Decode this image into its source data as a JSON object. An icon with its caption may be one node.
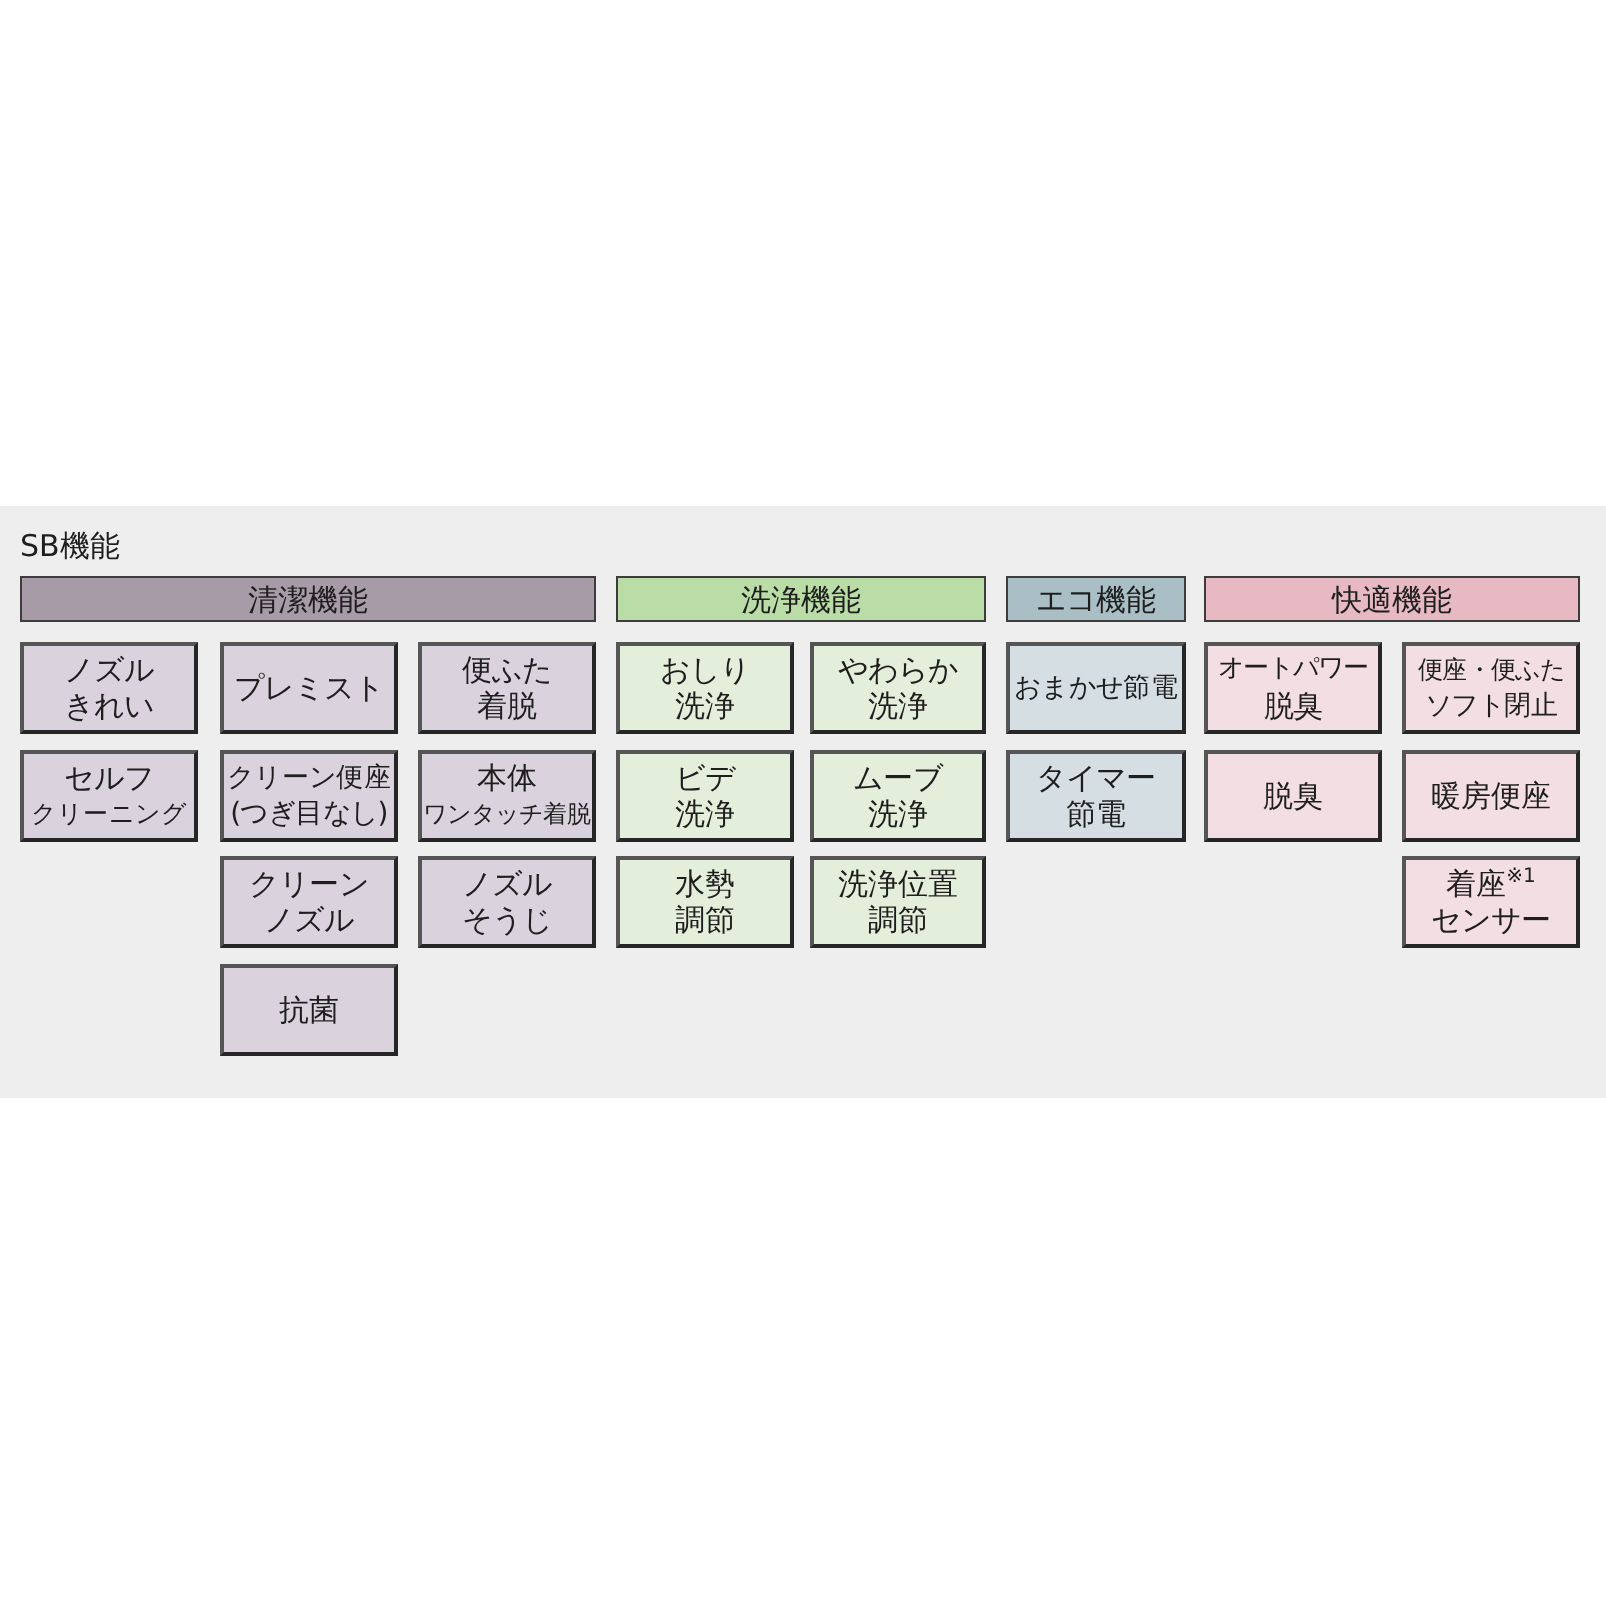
{
  "diagram": {
    "title": "SB機能",
    "nodes": [
      {
        "text": [
          "清潔機能"
        ]
      },
      {
        "text": [
          "ノズルきれい"
        ]
      },
      {
        "text": [
          "プレミスト"
        ]
      },
      {
        "text": [
          "便ふた着脱"
        ]
      },
      {
        "text": [
          "セルフクリーニング"
        ]
      },
      {
        "text": [
          "クリーン便座(つぎ目なし)"
        ]
      },
      {
        "text": [
          "本体ワンタッチ着脱"
        ]
      },
      {
        "text": [
          "クリーンノズル"
        ]
      },
      {
        "text": [
          "ノズルそうじ"
        ]
      },
      {
        "text": [
          "抗菌"
        ]
      },
      {
        "text": [
          "洗浄機能"
        ]
      },
      {
        "text": [
          "おしり洗浄"
        ]
      },
      {
        "text": [
          "やわらか洗浄"
        ]
      },
      {
        "text": [
          "ビデ洗浄"
        ]
      },
      {
        "text": [
          "ムーブ洗浄"
        ]
      },
      {
        "text": [
          "水勢調節"
        ]
      },
      {
        "text": [
          "洗浄位置調節"
        ]
      },
      {
        "text": [
          "エコ機能"
        ]
      },
      {
        "text": [
          "おまかせ節電"
        ]
      },
      {
        "text": [
          "タイマー節電"
        ]
      },
      {
        "text": [
          "快適機能"
        ]
      },
      {
        "text": [
          "オートパワー脱臭"
        ]
      },
      {
        "text": [
          "便座・便ふたソフト閉止"
        ]
      },
      {
        "text": [
          "脱臭"
        ]
      },
      {
        "text": [
          "暖房便座"
        ]
      },
      {
        "text": [
          "着座$^{※1}$センサー"
        ]
      }
    ]
  }
}
